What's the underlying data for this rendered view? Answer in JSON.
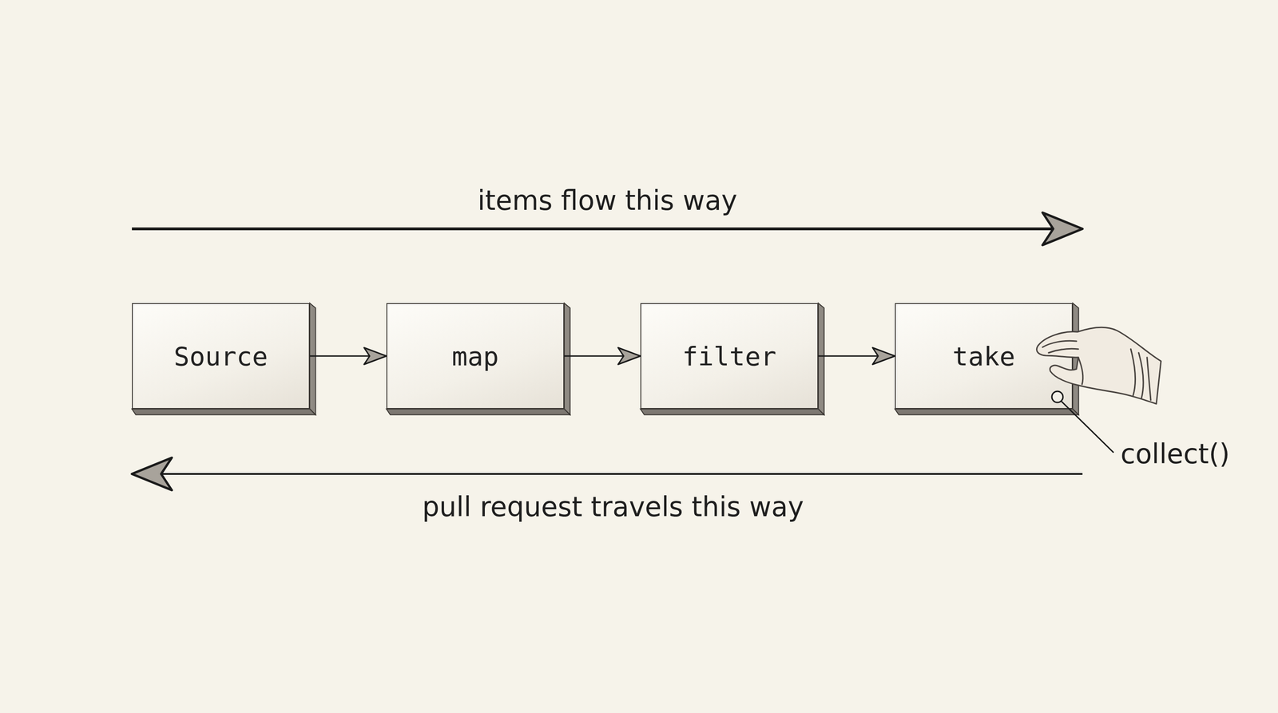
{
  "diagram": {
    "nodes": [
      {
        "text": [
          "Source"
        ]
      },
      {
        "text": [
          "map"
        ]
      },
      {
        "text": [
          "filter"
        ]
      },
      {
        "text": [
          "take"
        ]
      }
    ],
    "edges": [
      {
        "from": 0,
        "to": 1,
        "arrow": "to"
      },
      {
        "from": 1,
        "to": 2,
        "arrow": "to"
      },
      {
        "from": 2,
        "to": 3,
        "arrow": "to"
      }
    ],
    "labels": [
      "items flow this way",
      "collect()",
      "pull request travels this way"
    ]
  }
}
